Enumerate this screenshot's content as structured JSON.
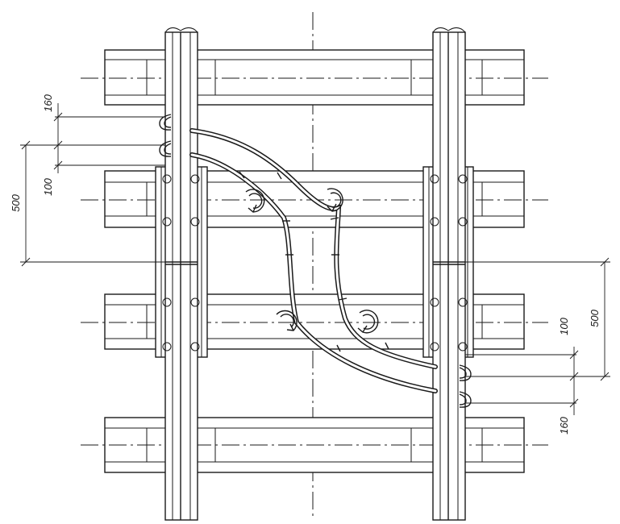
{
  "dimensions": {
    "left_top_160": "160",
    "left_100": "100",
    "left_500": "500",
    "right_500": "500",
    "right_100": "100",
    "right_bottom_160": "160"
  },
  "colors": {
    "line": "#1a1a1a",
    "background": "#ffffff"
  },
  "icons": [
    "bond-loop-icon",
    "rail-clip-icon"
  ]
}
